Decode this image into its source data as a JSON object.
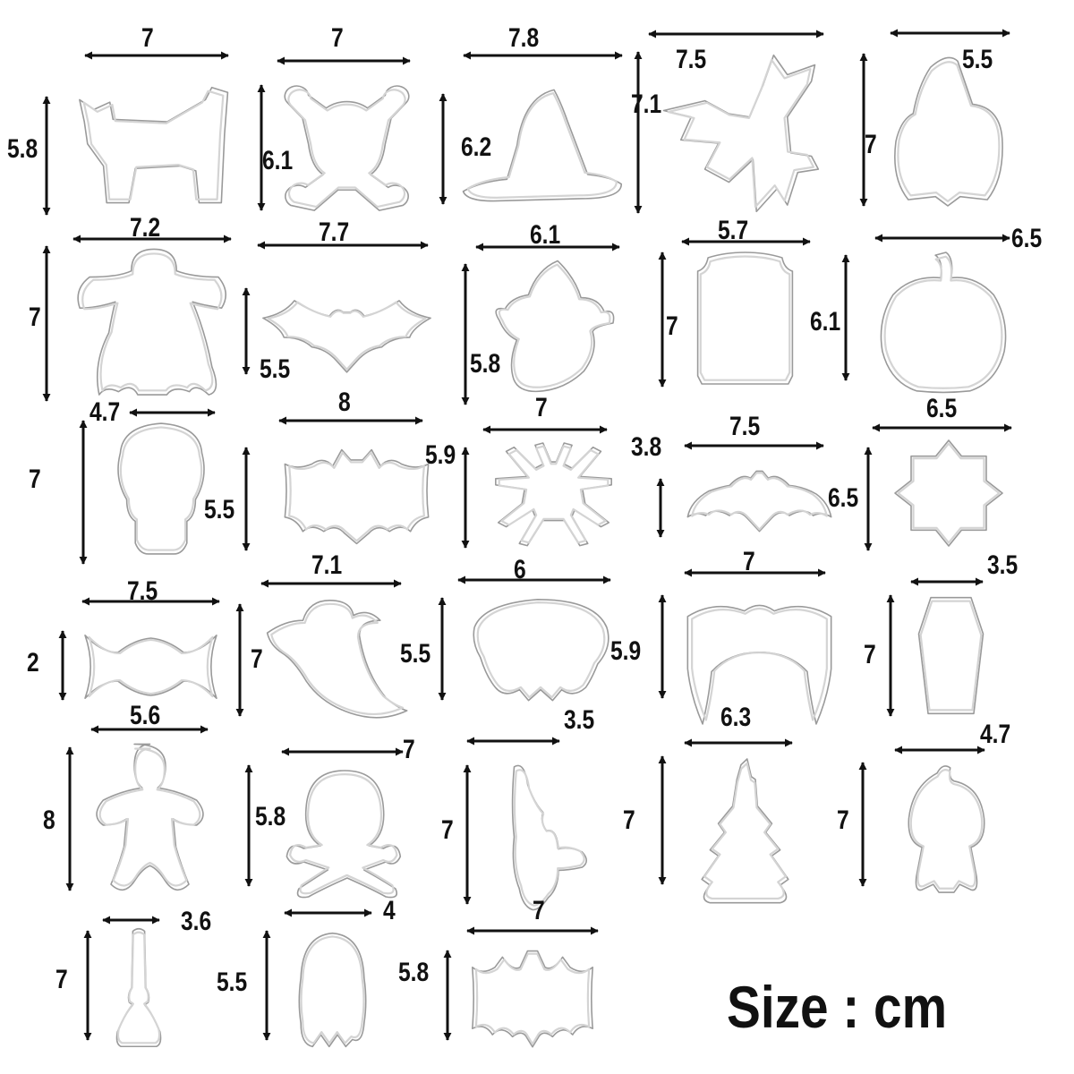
{
  "cutters": [
    {
      "name": "cat",
      "width": "7",
      "height": "5.8"
    },
    {
      "name": "skull-crossbones",
      "width": "7",
      "height": "6.1"
    },
    {
      "name": "witch-hat",
      "width": "7.8",
      "height": "6.2"
    },
    {
      "name": "witch-on-broom",
      "width": "7.5",
      "height": "7.1"
    },
    {
      "name": "hat-ghost",
      "width": "5.5",
      "height": "7"
    },
    {
      "name": "ghost-arms",
      "width": "7.2",
      "height": "7"
    },
    {
      "name": "bat-wide",
      "width": "7.7",
      "height": "5.5"
    },
    {
      "name": "ghost-round",
      "width": "6.1",
      "height": "5.8"
    },
    {
      "name": "tombstone",
      "width": "5.7",
      "height": "7"
    },
    {
      "name": "pumpkin",
      "width": "6.5",
      "height": "6.1"
    },
    {
      "name": "sugar-skull",
      "width": "4.7",
      "height": "7"
    },
    {
      "name": "bat-emblem",
      "width": "8",
      "height": "5.5"
    },
    {
      "name": "spider",
      "width": "7",
      "height": "5.9"
    },
    {
      "name": "bat-flat",
      "width": "7.5",
      "height": "3.8"
    },
    {
      "name": "star-8-point",
      "width": "6.5",
      "height": "6.5"
    },
    {
      "name": "candy",
      "width": "7.5",
      "height": "2"
    },
    {
      "name": "ghost-tail",
      "width": "7.1",
      "height": "7"
    },
    {
      "name": "skull-round",
      "width": "6",
      "height": "5.5"
    },
    {
      "name": "vampire-teeth",
      "width": "7",
      "height": "5.9"
    },
    {
      "name": "coffin",
      "width": "3.5",
      "height": "7"
    },
    {
      "name": "gingerbread",
      "width": "5.6",
      "height": "8"
    },
    {
      "name": "skull-bones",
      "width": "7",
      "height": "5.8"
    },
    {
      "name": "witch-profile",
      "width": "3.5",
      "height": "7"
    },
    {
      "name": "haunted-house",
      "width": "6.3",
      "height": "7"
    },
    {
      "name": "witch-girl",
      "width": "4.7",
      "height": "7"
    },
    {
      "name": "broom",
      "width": "3.6",
      "height": "7"
    },
    {
      "name": "ghost-oval",
      "width": "4",
      "height": "5.5"
    },
    {
      "name": "bat-small",
      "width": "7",
      "height": "5.8"
    }
  ],
  "size_label": "Size : cm",
  "colors": {
    "ink": "#111111",
    "outline": "#9a9a9a",
    "outline_inner": "#d4d4d4",
    "background": "#ffffff"
  }
}
